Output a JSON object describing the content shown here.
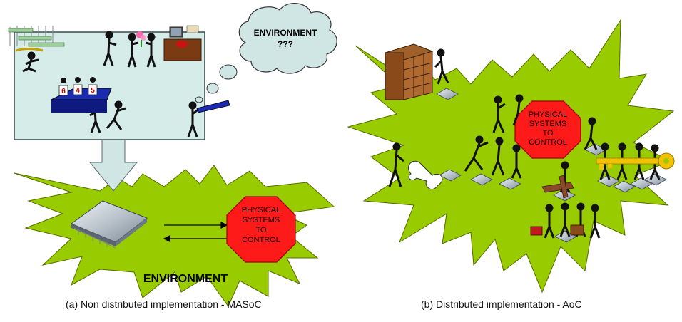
{
  "panel_a": {
    "cloud_line1": "ENVIRONMENT",
    "cloud_line2": "???",
    "octagon_lines": [
      "PHYSICAL",
      "SYSTEMS",
      "TO",
      "CONTROL"
    ],
    "environment_label": "ENVIRONMENT",
    "team_numbers": [
      "6",
      "4",
      "5"
    ],
    "caption": "(a) Non distributed implementation - MASoC"
  },
  "panel_b": {
    "octagon_lines": [
      "PHYSICAL",
      "SYSTEMS",
      "TO",
      "CONTROL"
    ],
    "caption": "(b) Distributed implementation - AoC"
  },
  "colors": {
    "starburst": "#99cc00",
    "octagon": "#ff1a1a",
    "room": "#d6ece9",
    "cloud": "#cfe6e4",
    "chip": "#b9c3cc",
    "table": "#1a2bb0",
    "key": "#f2c200"
  }
}
